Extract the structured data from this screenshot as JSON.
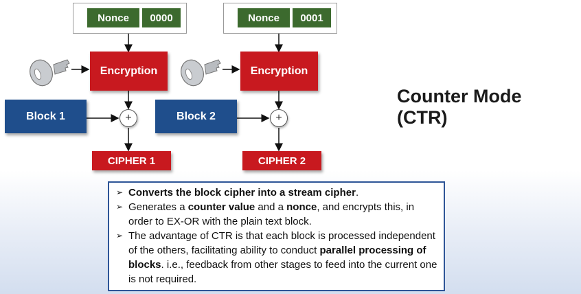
{
  "title": "Counter Mode (CTR)",
  "stages": [
    {
      "nonce_label": "Nonce",
      "counter": "0000",
      "encryption_label": "Encryption",
      "block_label": "Block 1",
      "xor_symbol": "+",
      "cipher_label": "CIPHER 1"
    },
    {
      "nonce_label": "Nonce",
      "counter": "0001",
      "encryption_label": "Encryption",
      "block_label": "Block 2",
      "xor_symbol": "+",
      "cipher_label": "CIPHER 2"
    }
  ],
  "bullets": [
    {
      "bold": "Converts the block cipher into a stream cipher",
      "suffix": "."
    },
    {
      "pre": "Generates a ",
      "b1": "counter value",
      "mid": " and a ",
      "b2": "nonce",
      "post": ", and encrypts this, in order to EX-OR with the plain text block."
    },
    {
      "pre": "The advantage of CTR is that each block is processed independent of the others, facilitating ability to conduct ",
      "bold": "parallel processing of blocks",
      "post": ". i.e., feedback from other stages to feed into the current one is not required."
    }
  ],
  "colors": {
    "encryption": "#c8191f",
    "block": "#1f4e8c",
    "nonce": "#3c6a2e",
    "border": "#2e5597"
  }
}
